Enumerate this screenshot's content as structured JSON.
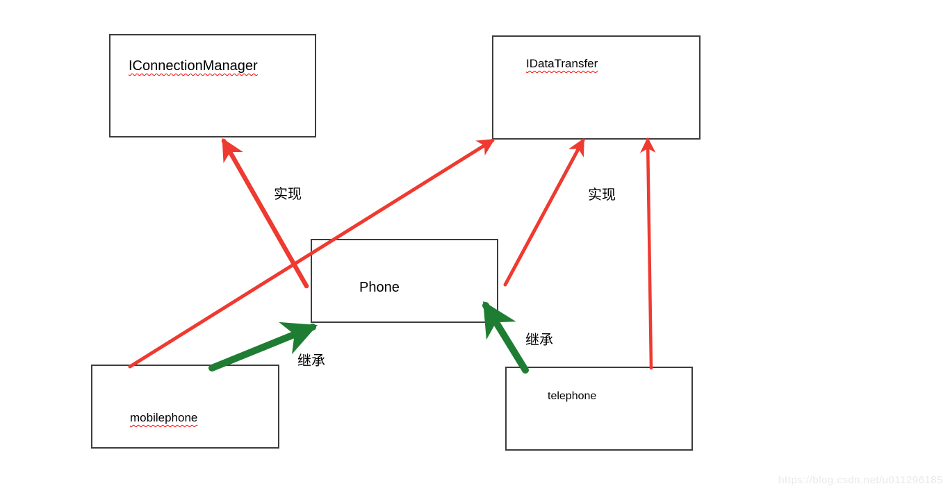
{
  "diagram": {
    "type": "uml-class-relationship-sketch",
    "nodes": [
      {
        "id": "iconnectionmanager",
        "label": "IConnectionManager",
        "spellcheck_underline": true
      },
      {
        "id": "idatatransfer",
        "label": "IDataTransfer",
        "spellcheck_underline": true
      },
      {
        "id": "phone",
        "label": "Phone",
        "spellcheck_underline": false
      },
      {
        "id": "mobilephone",
        "label": "mobilephone",
        "spellcheck_underline": true
      },
      {
        "id": "telephone",
        "label": "telephone",
        "spellcheck_underline": false
      }
    ],
    "edges": [
      {
        "from": "Phone",
        "to": "IConnectionManager",
        "label": "实现",
        "color": "red"
      },
      {
        "from": "mobilephone",
        "to": "IDataTransfer",
        "label": "",
        "color": "red"
      },
      {
        "from": "Phone",
        "to": "IDataTransfer",
        "label": "实现",
        "color": "red"
      },
      {
        "from": "telephone",
        "to": "IDataTransfer",
        "label": "",
        "color": "red"
      },
      {
        "from": "mobilephone",
        "to": "Phone",
        "label": "继承",
        "color": "green"
      },
      {
        "from": "telephone",
        "to": "Phone",
        "label": "继承",
        "color": "green"
      }
    ],
    "colors": {
      "realize_arrow": "#ee3a30",
      "inherit_arrow": "#1e7d33",
      "box_border": "#3c3c3c",
      "underline": "#ff0000",
      "text": "#000000"
    }
  },
  "watermark": {
    "text": "https://blog.csdn.net/u011296185",
    "color": "#e9e9e9"
  }
}
